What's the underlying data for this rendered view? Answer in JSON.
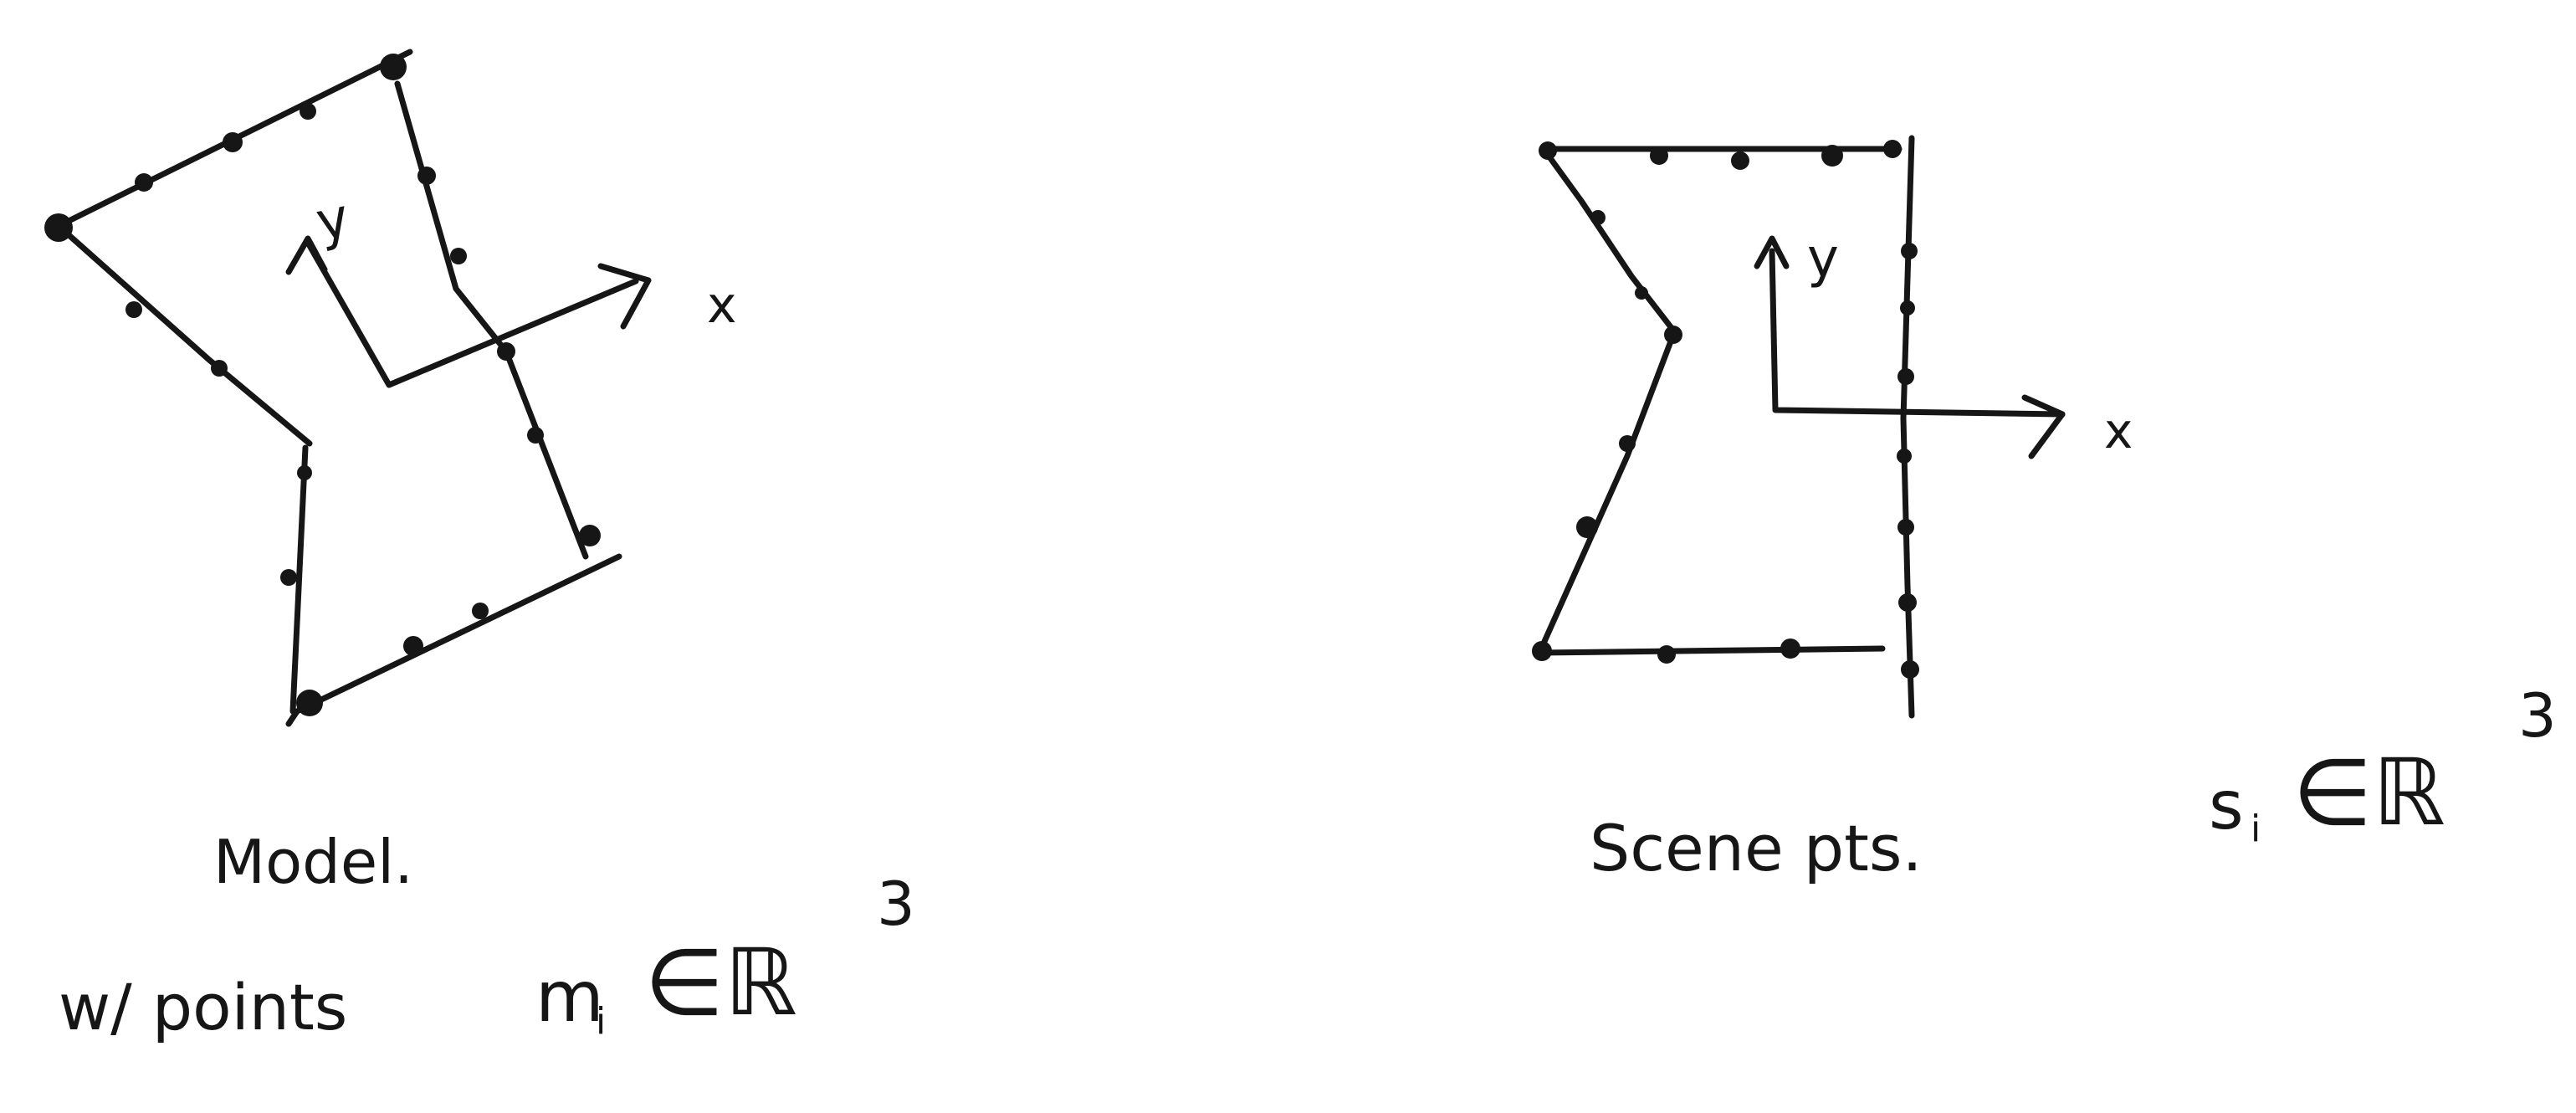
{
  "model": {
    "axis_x": "x",
    "axis_y": "y",
    "caption_line1": "Model.",
    "caption_line2_prefix": "w/ points",
    "caption_line2_symbol": "m",
    "caption_line2_sub": "i",
    "caption_line2_set": "∈ℝ",
    "caption_line2_power": "3"
  },
  "scene": {
    "axis_x": "x",
    "axis_y": "y",
    "caption_prefix": "Scene pts.",
    "caption_symbol": "s",
    "caption_sub": "i",
    "caption_set": "∈ℝ",
    "caption_power": "3"
  },
  "colors": {
    "ink": "#161616",
    "paper": "#ffffff"
  }
}
